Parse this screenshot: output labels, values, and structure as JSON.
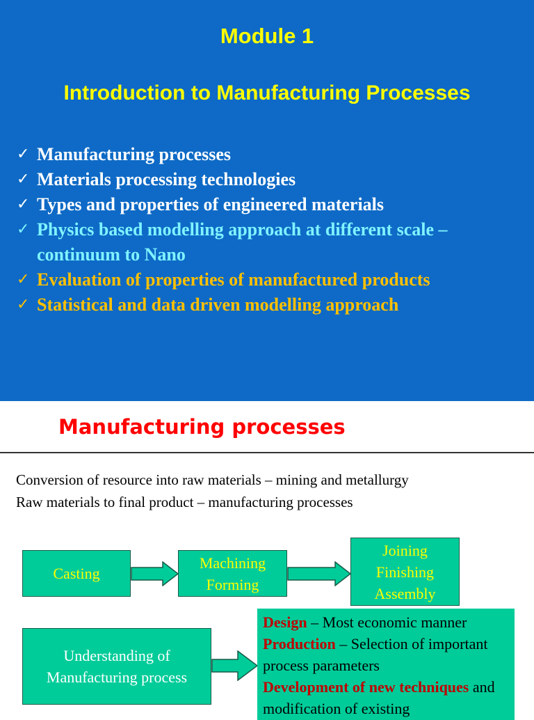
{
  "slide1": {
    "module": "Module 1",
    "title": "Introduction to Manufacturing Processes",
    "check": "✓",
    "bullets": [
      "Manufacturing processes",
      "Materials processing technologies",
      "Types and properties of engineered materials",
      "Physics based modelling approach at different scale – continuum to Nano",
      "Evaluation of properties of manufactured products",
      "Statistical and data driven modelling approach"
    ],
    "colors": {
      "background": "#0e6ac6",
      "title": "#ffff00",
      "white": "#ffffff",
      "cyan": "#7ff3ff",
      "gold": "#ffc000"
    }
  },
  "slide2": {
    "title": "Manufacturing processes",
    "line1": "Conversion of resource into raw materials – mining and metallurgy",
    "line2": "Raw materials to final product – manufacturing processes",
    "flow": {
      "casting": "Casting",
      "machining": "Machining",
      "forming": "Forming",
      "joining": "Joining",
      "finishing": "Finishing",
      "assembly": "Assembly"
    },
    "understanding": {
      "line1": "Understanding of",
      "line2": "Manufacturing process"
    },
    "info": {
      "design_label": "Design",
      "design_text": " – Most economic manner",
      "production_label": "Production",
      "production_text": " – Selection of important process parameters",
      "development_label": "Development of new techniques",
      "development_text": " and modification of existing"
    },
    "colors": {
      "box": "#00cc99",
      "title": "#ff0000",
      "label": "#c00000"
    }
  }
}
